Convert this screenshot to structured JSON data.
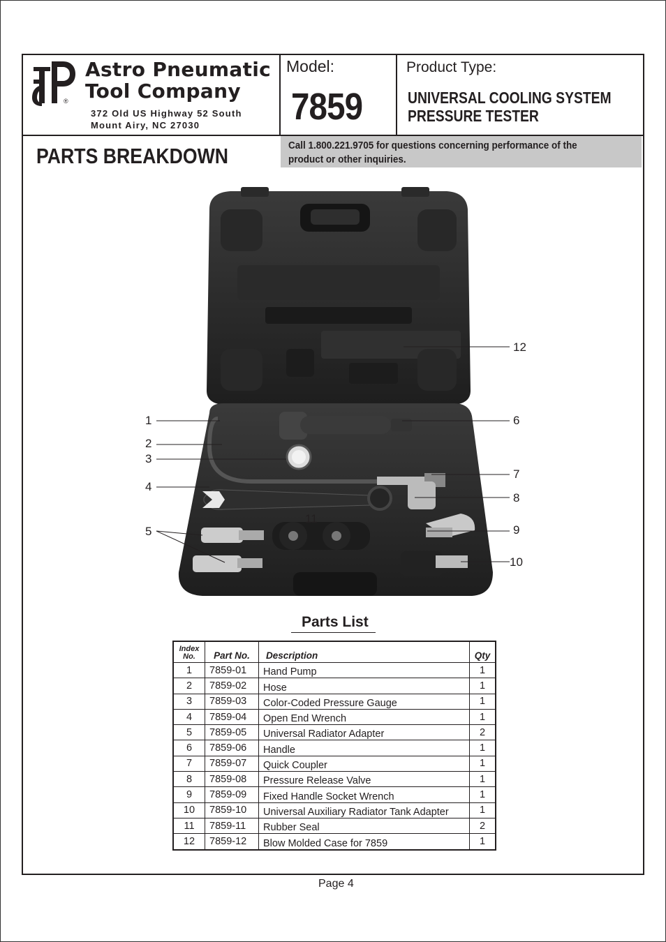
{
  "header": {
    "company_line1": "Astro Pneumatic",
    "company_line2": "Tool Company",
    "address_line1": "372 Old US Highway 52 South",
    "address_line2": "Mount Airy, NC 27030",
    "logo_mark": "®",
    "model_label": "Model:",
    "model_number": "7859",
    "product_type_label": "Product Type:",
    "product_type_line1": "UNIVERSAL COOLING SYSTEM",
    "product_type_line2": "PRESSURE TESTER"
  },
  "section_title": "PARTS BREAKDOWN",
  "call_text": "Call 1.800.221.9705 for questions concerning performance of the product or other inquiries.",
  "callouts": [
    "1",
    "2",
    "3",
    "4",
    "5",
    "6",
    "7",
    "8",
    "9",
    "10",
    "11",
    "12"
  ],
  "parts_list": {
    "title": "Parts List",
    "headers": {
      "index_line1": "Index",
      "index_line2": "No.",
      "part_no": "Part No.",
      "description": "Description",
      "qty": "Qty"
    },
    "rows": [
      {
        "index": "1",
        "part": "7859-01",
        "desc": "Hand Pump",
        "qty": "1"
      },
      {
        "index": "2",
        "part": "7859-02",
        "desc": "Hose",
        "qty": "1"
      },
      {
        "index": "3",
        "part": "7859-03",
        "desc": "Color-Coded Pressure Gauge",
        "qty": "1"
      },
      {
        "index": "4",
        "part": "7859-04",
        "desc": "Open End Wrench",
        "qty": "1"
      },
      {
        "index": "5",
        "part": "7859-05",
        "desc": "Universal Radiator Adapter",
        "qty": "2"
      },
      {
        "index": "6",
        "part": "7859-06",
        "desc": "Handle",
        "qty": "1"
      },
      {
        "index": "7",
        "part": "7859-07",
        "desc": "Quick Coupler",
        "qty": "1"
      },
      {
        "index": "8",
        "part": "7859-08",
        "desc": "Pressure Release Valve",
        "qty": "1"
      },
      {
        "index": "9",
        "part": "7859-09",
        "desc": "Fixed Handle Socket Wrench",
        "qty": "1"
      },
      {
        "index": "10",
        "part": "7859-10",
        "desc": "Universal Auxiliary Radiator Tank Adapter",
        "qty": "1"
      },
      {
        "index": "11",
        "part": "7859-11",
        "desc": "Rubber Seal",
        "qty": "2"
      },
      {
        "index": "12",
        "part": "7859-12",
        "desc": "Blow Molded Case for 7859",
        "qty": "1"
      }
    ]
  },
  "footer": {
    "page": "Page 4"
  }
}
